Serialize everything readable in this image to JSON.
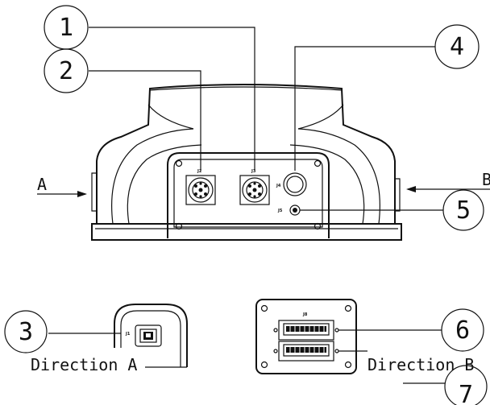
{
  "callouts": {
    "c1": "1",
    "c2": "2",
    "c3": "3",
    "c4": "4",
    "c5": "5",
    "c6": "6",
    "c7": "7"
  },
  "arrows": {
    "a": "A",
    "b": "B"
  },
  "views": {
    "direction_a": "Direction A",
    "direction_b": "Direction B"
  },
  "connectors": {
    "j1": "J1",
    "j2": "J2",
    "j3": "J3",
    "j4": "J4",
    "j5": "J5",
    "j8": "J8"
  }
}
